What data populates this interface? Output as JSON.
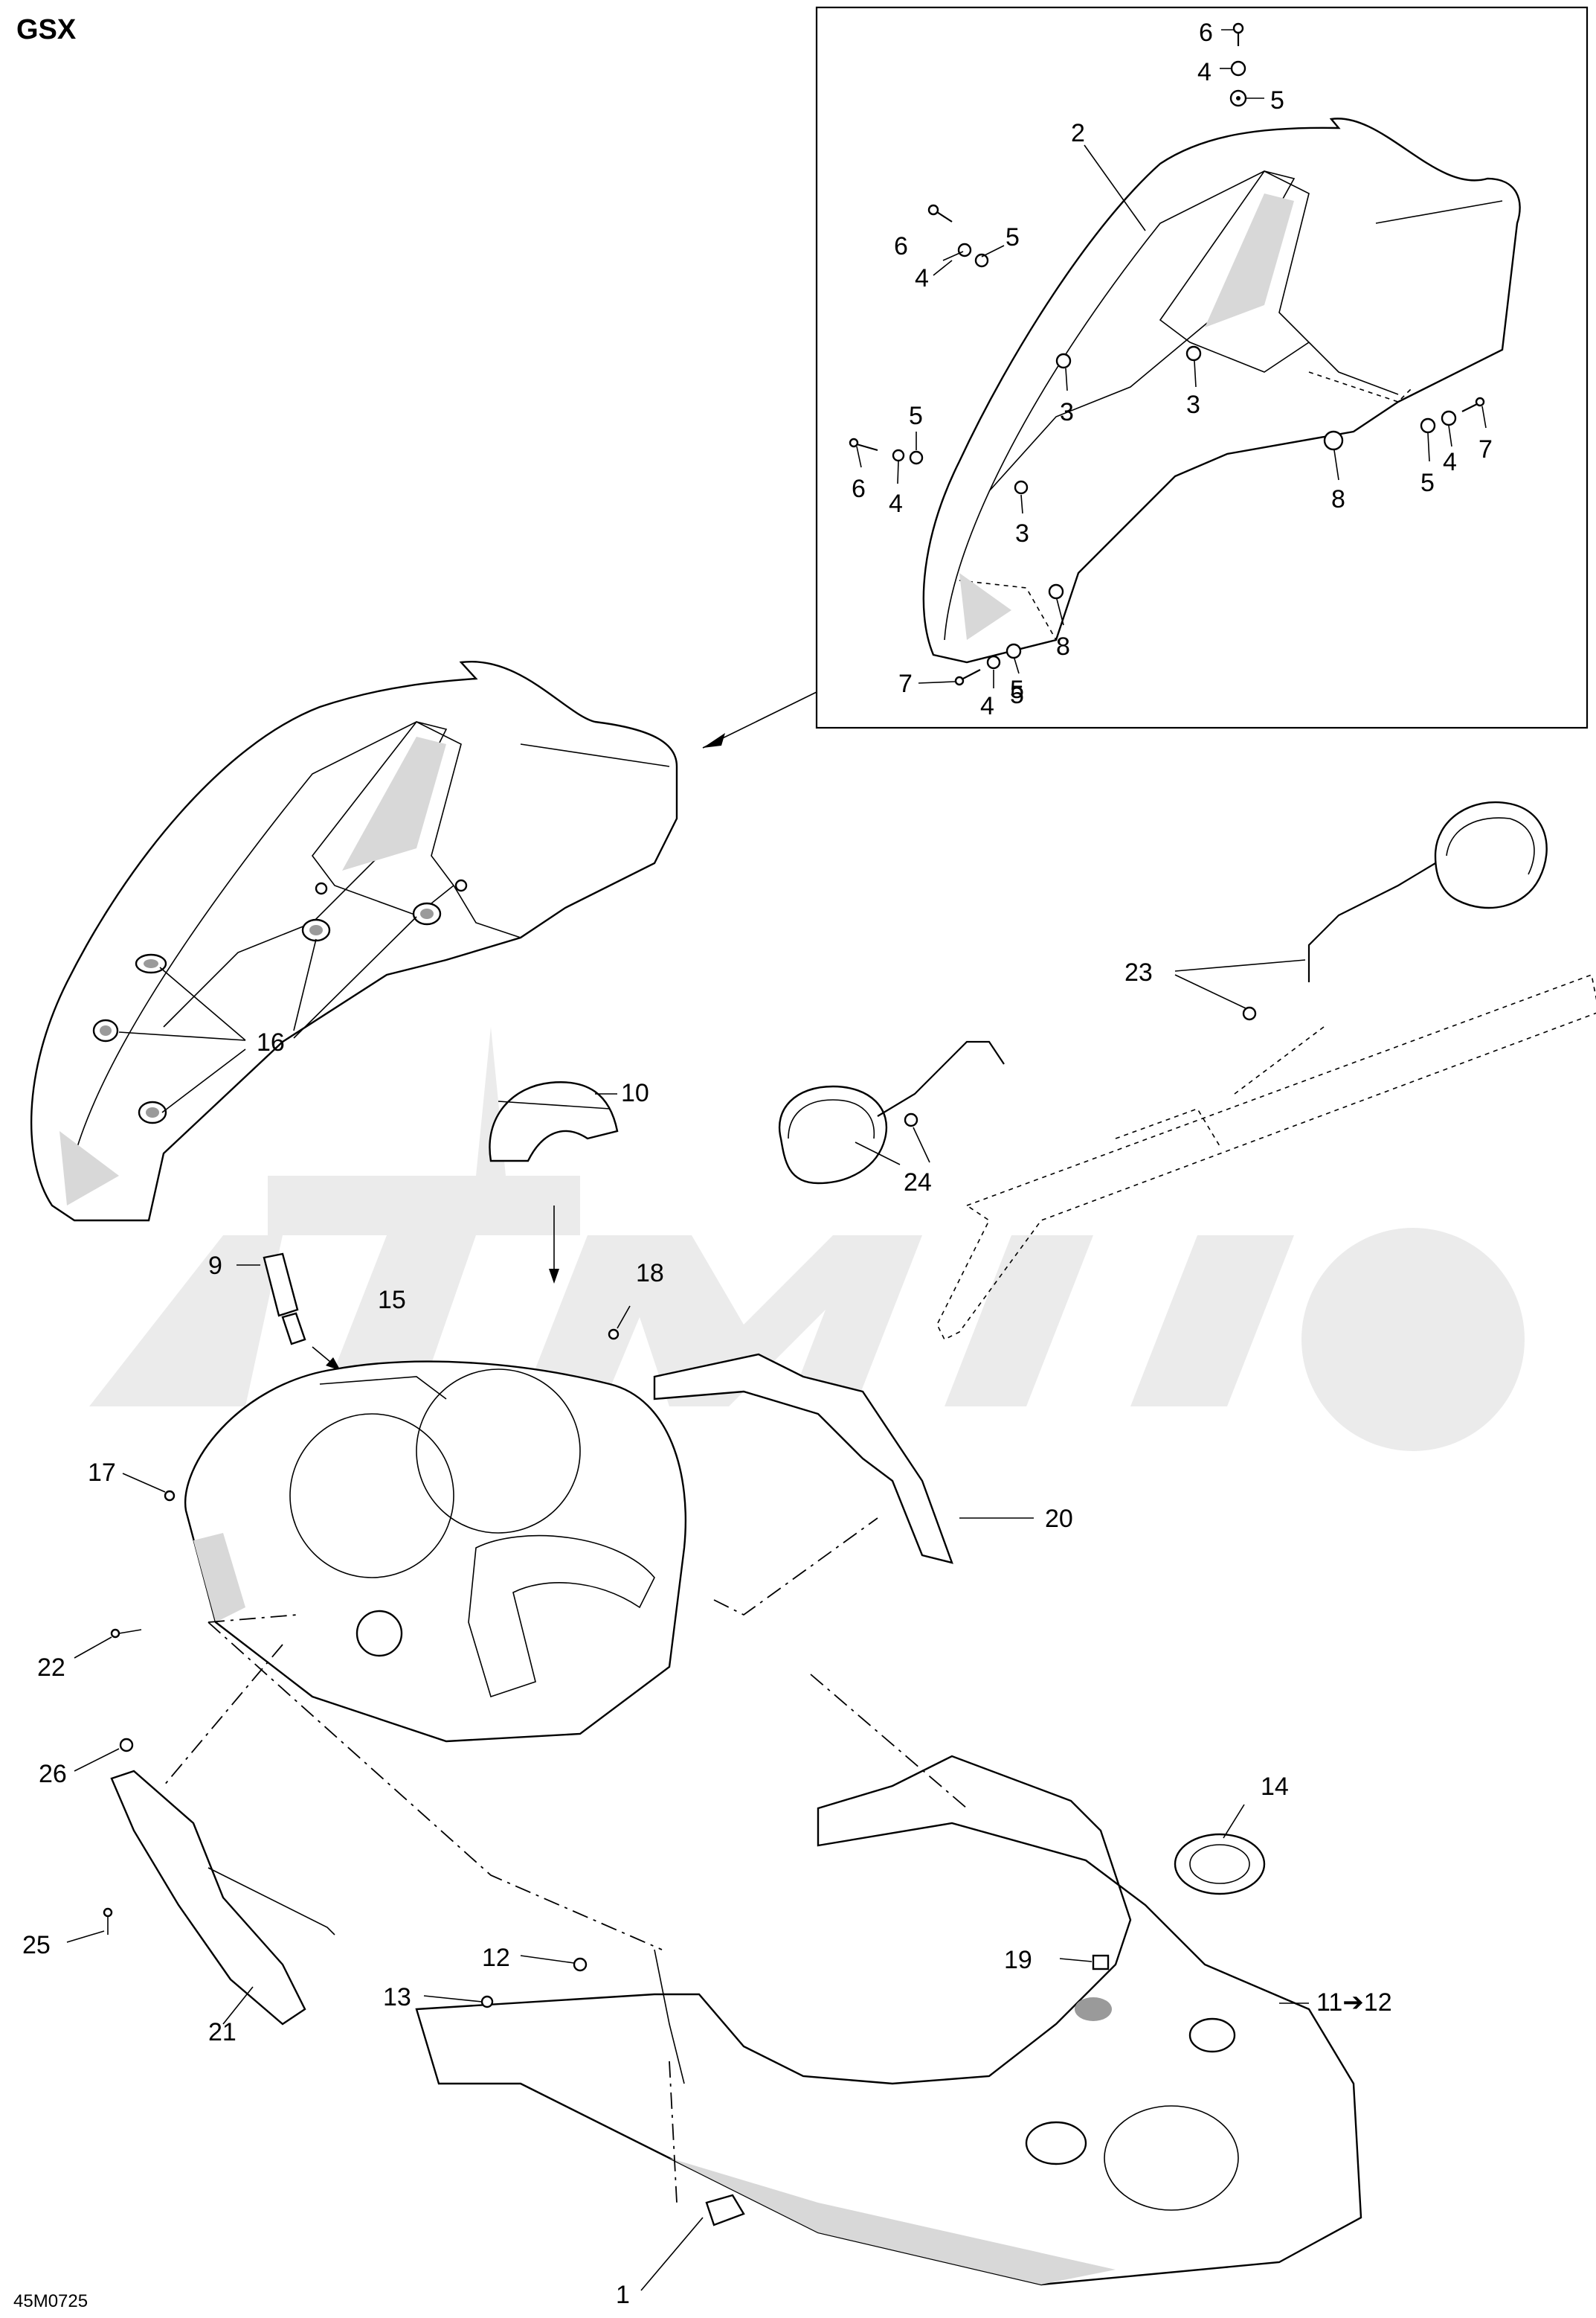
{
  "header": {
    "model": "GSX"
  },
  "footer": {
    "drawing_code": "45M0725"
  },
  "callouts": [
    {
      "id": "c6a",
      "text": "6"
    },
    {
      "id": "c4a",
      "text": "4"
    },
    {
      "id": "c5a",
      "text": "5"
    },
    {
      "id": "c2",
      "text": "2"
    },
    {
      "id": "c5b",
      "text": "5"
    },
    {
      "id": "c6b",
      "text": "6"
    },
    {
      "id": "c4b",
      "text": "4"
    },
    {
      "id": "c3a",
      "text": "3"
    },
    {
      "id": "c3b",
      "text": "3"
    },
    {
      "id": "c5c",
      "text": "5"
    },
    {
      "id": "c7a",
      "text": "7"
    },
    {
      "id": "c5d",
      "text": "5"
    },
    {
      "id": "c4c",
      "text": "4"
    },
    {
      "id": "c6c",
      "text": "6"
    },
    {
      "id": "c4d",
      "text": "4"
    },
    {
      "id": "c3c",
      "text": "3"
    },
    {
      "id": "c8a",
      "text": "8"
    },
    {
      "id": "c5e",
      "text": "5"
    },
    {
      "id": "c8b",
      "text": "8"
    },
    {
      "id": "c7b",
      "text": "7"
    },
    {
      "id": "c4e",
      "text": "4"
    },
    {
      "id": "c5f",
      "text": "5"
    },
    {
      "id": "c16",
      "text": "16"
    },
    {
      "id": "c10",
      "text": "10"
    },
    {
      "id": "c23",
      "text": "23"
    },
    {
      "id": "c24",
      "text": "24"
    },
    {
      "id": "c9",
      "text": "9"
    },
    {
      "id": "c15",
      "text": "15"
    },
    {
      "id": "c18",
      "text": "18"
    },
    {
      "id": "c17",
      "text": "17"
    },
    {
      "id": "c20",
      "text": "20"
    },
    {
      "id": "c22",
      "text": "22"
    },
    {
      "id": "c26",
      "text": "26"
    },
    {
      "id": "c14",
      "text": "14"
    },
    {
      "id": "c25",
      "text": "25"
    },
    {
      "id": "c12",
      "text": "12"
    },
    {
      "id": "c19",
      "text": "19"
    },
    {
      "id": "c13",
      "text": "13"
    },
    {
      "id": "c11",
      "text": "11➔12"
    },
    {
      "id": "c21",
      "text": "21"
    },
    {
      "id": "c1",
      "text": "1"
    }
  ]
}
